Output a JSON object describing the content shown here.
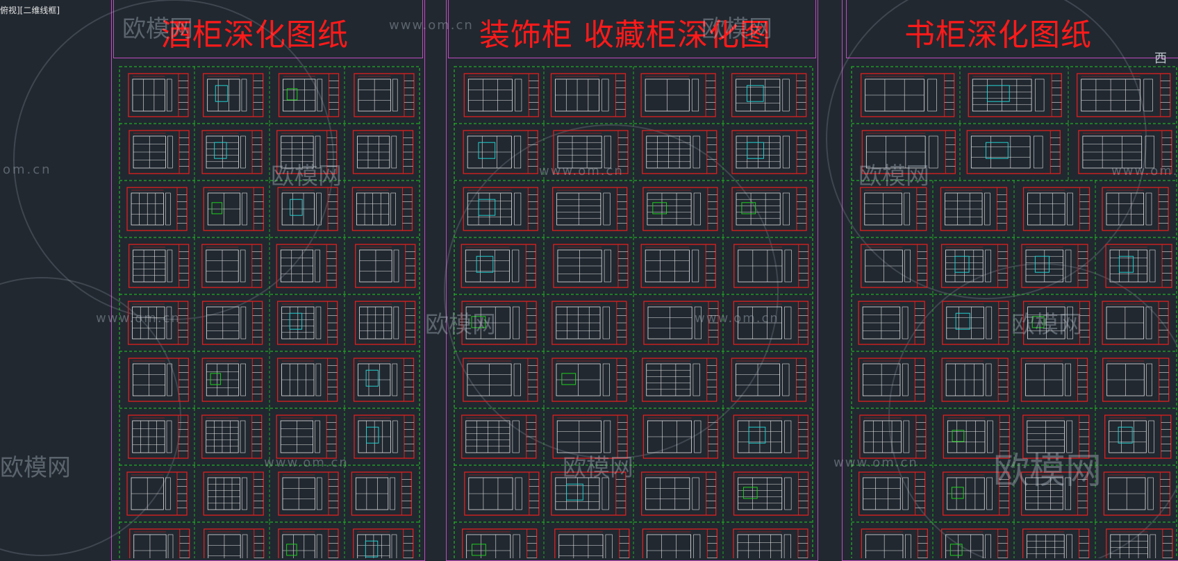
{
  "viewport": {
    "label": "俯视][二维线框]"
  },
  "sheets": [
    {
      "title": "酒柜深化图纸"
    },
    {
      "title": "装饰柜 收藏柜深化图"
    },
    {
      "title": "书柜深化图纸"
    }
  ],
  "compass": {
    "label": "西"
  },
  "watermarks": {
    "brand": "欧模网",
    "url": "www.om.cn",
    "url_short": "om.cn"
  },
  "colors": {
    "background": "#212830",
    "frame_magenta": "#c04cc0",
    "title_red": "#ff1a1a",
    "drawing_red": "#e01f1f",
    "grid_green": "#1fd01f",
    "line_white": "#e8e8e8",
    "accent_cyan": "#23d0d0"
  }
}
